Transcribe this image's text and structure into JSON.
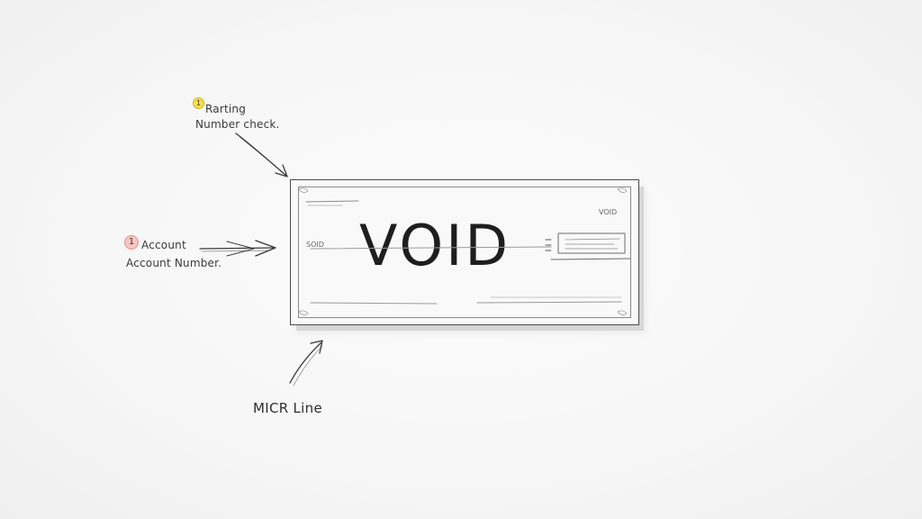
{
  "annotations": {
    "routing": {
      "badge": "1",
      "line1": "Rarting",
      "line2": "Number check."
    },
    "account": {
      "badge": "1",
      "line1": "Account",
      "line2": "Account Number."
    },
    "micr": {
      "label": "MICR Line"
    }
  },
  "check": {
    "void_text": "VOID",
    "top_right_label": "VOID",
    "left_small_label": "SOID"
  },
  "colors": {
    "background": "#f7f7f7",
    "ink": "#2e2e2e",
    "badge_yellow": "#f2e04a",
    "badge_pink": "#f6c6c1"
  }
}
